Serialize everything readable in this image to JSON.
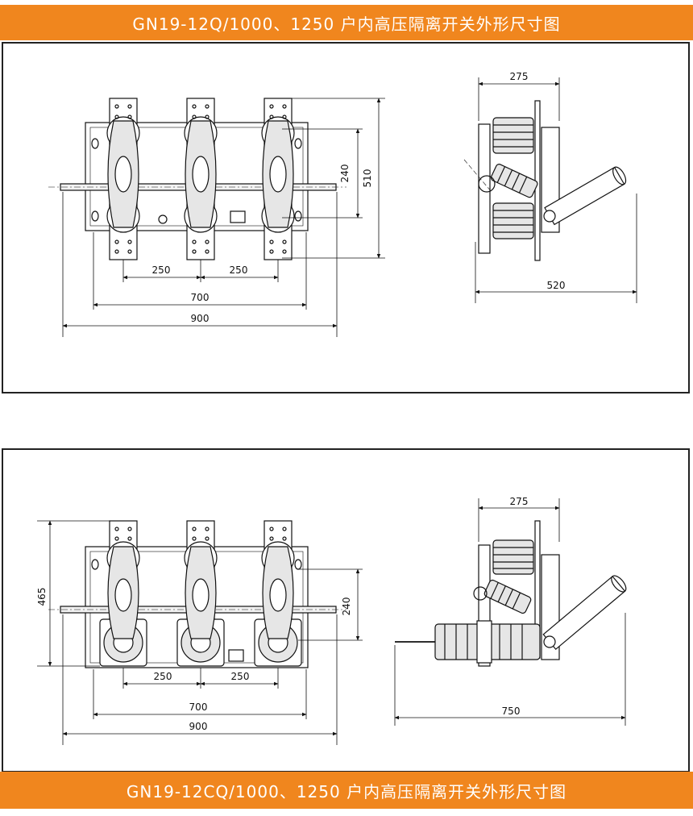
{
  "colors": {
    "banner": "#F0861E",
    "line": "#111111",
    "fill": "#e6e6e6"
  },
  "top": {
    "title": "GN19-12Q/1000、1250 户内高压隔离开关外形尺寸图",
    "front_dims": {
      "spacing_1": "250",
      "spacing_2": "250",
      "inner_width": "700",
      "overall_width": "900",
      "mount_height": "240",
      "overall_height": "510"
    },
    "side_dims": {
      "depth": "275",
      "overall_length": "520"
    }
  },
  "bottom": {
    "title": "GN19-12CQ/1000、1250 户内高压隔离开关外形尺寸图",
    "front_dims": {
      "spacing_1": "250",
      "spacing_2": "250",
      "inner_width": "700",
      "overall_width": "900",
      "mount_height": "240",
      "overall_height": "465"
    },
    "side_dims": {
      "depth": "275",
      "overall_length": "750"
    }
  }
}
